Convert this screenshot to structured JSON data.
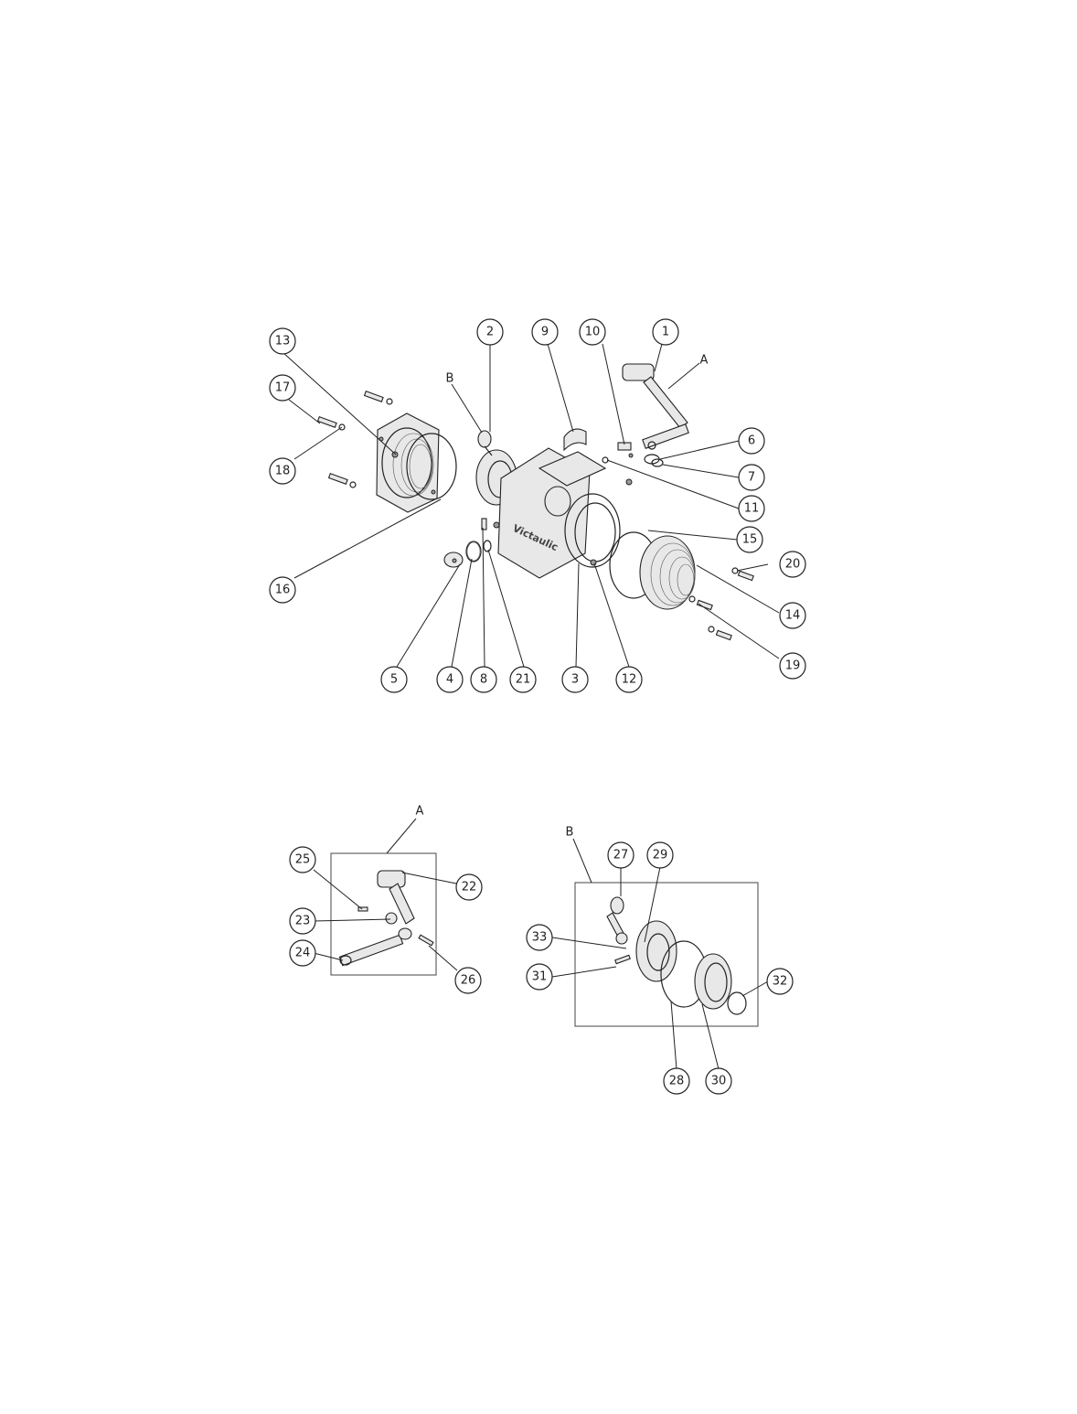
{
  "main_view": {
    "callouts": [
      "1",
      "2",
      "3",
      "4",
      "5",
      "6",
      "7",
      "8",
      "9",
      "10",
      "11",
      "12",
      "13",
      "14",
      "15",
      "16",
      "17",
      "18",
      "19",
      "20",
      "21"
    ],
    "letters": [
      "A",
      "B"
    ]
  },
  "detail_a": {
    "label": "A",
    "callouts": [
      "22",
      "23",
      "24",
      "25",
      "26"
    ]
  },
  "detail_b": {
    "label": "B",
    "callouts": [
      "27",
      "28",
      "29",
      "30",
      "31",
      "32",
      "33"
    ]
  },
  "housing_logo": "Victaulic"
}
